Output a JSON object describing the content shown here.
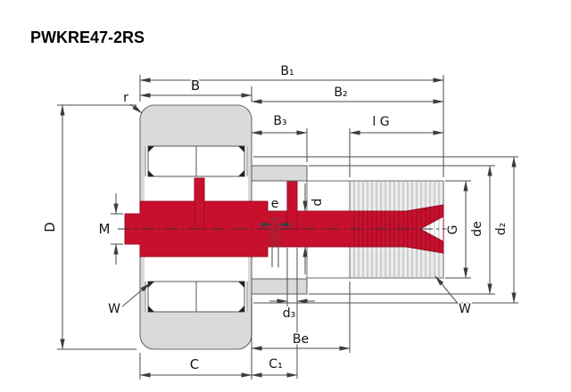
{
  "title": "PWKRE47-2RS",
  "colors": {
    "section_red": "#c8102e",
    "part_gray": "#dadada",
    "thread_gray": "#ececec"
  },
  "dims": {
    "B1": "B₁",
    "B": "B",
    "B2": "B₂",
    "B3": "B₃",
    "lG": "l G",
    "r": "r",
    "D": "D",
    "M": "M",
    "e": "e",
    "d": "d",
    "d3": "d₃",
    "G": "G",
    "de": "de",
    "d2": "d₂",
    "W_left": "W",
    "W_right": "W",
    "Be": "Be",
    "C": "C",
    "C1": "C₁"
  }
}
